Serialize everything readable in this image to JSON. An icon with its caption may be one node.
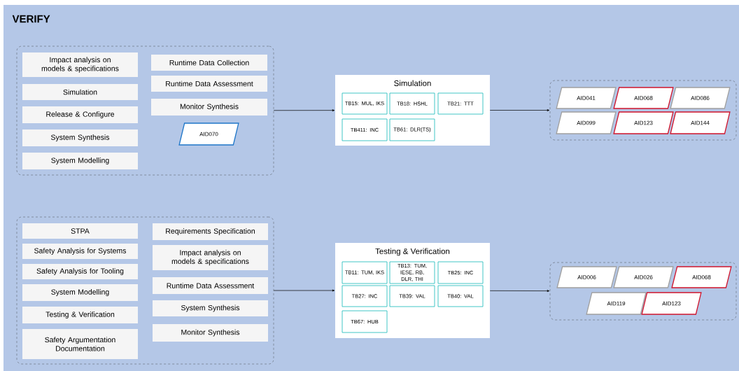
{
  "diagram": {
    "title": "VERIFY",
    "nodes": [
      {
        "text": [],
        "shape": "box"
      },
      {
        "text": [
          "Impact analysis on models & specifications"
        ],
        "in": 0
      },
      {
        "text": [
          "Simulation"
        ],
        "in": 0
      },
      {
        "text": [
          "Release & Configure"
        ],
        "in": 0
      },
      {
        "text": [
          "System Synthesis"
        ],
        "in": 0
      },
      {
        "text": [
          "System Modelling"
        ],
        "in": 0
      },
      {
        "text": [
          "Runtime Data Collection"
        ],
        "in": 0
      },
      {
        "text": [
          "Runtime Data Assessment"
        ],
        "in": 0
      },
      {
        "text": [
          "Monitor Synthesis"
        ],
        "in": 0
      },
      {
        "text": [
          "AID070"
        ],
        "in": 0
      },
      {
        "text": [
          "Simulation"
        ]
      },
      {
        "text": [
          "TB15: MUL, IKS"
        ],
        "in": 10
      },
      {
        "text": [
          "TB18: HSHL"
        ],
        "in": 10
      },
      {
        "text": [
          "TB21: TTT"
        ],
        "in": 10
      },
      {
        "text": [
          "TB411: INC"
        ],
        "in": 10
      },
      {
        "text": [
          "TB61: DLR(TS)"
        ],
        "in": 10
      },
      {
        "text": [],
        "shape": "box"
      },
      {
        "text": [
          "AID041"
        ],
        "in": 16
      },
      {
        "text": [
          "AID068"
        ],
        "in": 16
      },
      {
        "text": [
          "AID086"
        ],
        "in": 16
      },
      {
        "text": [
          "AID099"
        ],
        "in": 16
      },
      {
        "text": [
          "AID123"
        ],
        "in": 16
      },
      {
        "text": [
          "AID144"
        ],
        "in": 16
      },
      {
        "text": [],
        "shape": "box"
      },
      {
        "text": [
          "STPA"
        ],
        "in": 23
      },
      {
        "text": [
          "Safety Analysis for Systems"
        ],
        "in": 23
      },
      {
        "text": [
          "Safety Analysis for Tooling"
        ],
        "in": 23
      },
      {
        "text": [
          "System Modelling"
        ],
        "in": 23
      },
      {
        "text": [
          "Testing & Verification"
        ],
        "in": 23
      },
      {
        "text": [
          "Safety Argumentation Documentation"
        ],
        "in": 23
      },
      {
        "text": [
          "Requirements Specification"
        ],
        "in": 23
      },
      {
        "text": [
          "Impact analysis on models & specifications"
        ],
        "in": 23
      },
      {
        "text": [
          "Runtime Data Assessment"
        ],
        "in": 23
      },
      {
        "text": [
          "System Synthesis"
        ],
        "in": 23
      },
      {
        "text": [
          "Monitor Synthesis"
        ],
        "in": 23
      },
      {
        "text": [
          "Testing & Verification"
        ]
      },
      {
        "text": [
          "TB11: TUM, IKS"
        ],
        "in": 35
      },
      {
        "text": [
          "TB13: TUM, IESE, RB, DLR, THI"
        ],
        "in": 35
      },
      {
        "text": [
          "TB25: INC"
        ],
        "in": 35
      },
      {
        "text": [
          "TB27: INC"
        ],
        "in": 35
      },
      {
        "text": [
          "TB39: VAL"
        ],
        "in": 35
      },
      {
        "text": [
          "TB40: VAL"
        ],
        "in": 35
      },
      {
        "text": [
          "TB67: HUB"
        ],
        "in": 35
      },
      {
        "text": [],
        "shape": "box"
      },
      {
        "text": [
          "AID006"
        ],
        "in": 43
      },
      {
        "text": [
          "AID026"
        ],
        "in": 43
      },
      {
        "text": [
          "AID068"
        ],
        "in": 43
      },
      {
        "text": [
          "AID119"
        ],
        "in": 43
      },
      {
        "text": [
          "AID123"
        ],
        "in": 43
      }
    ],
    "edges": [
      {
        "from": 0,
        "to": 10,
        "arrow": "to"
      },
      {
        "from": 10,
        "to": 16,
        "arrow": "to"
      },
      {
        "from": 23,
        "to": 35,
        "arrow": "to"
      },
      {
        "from": 35,
        "to": 43,
        "arrow": "to"
      }
    ]
  }
}
